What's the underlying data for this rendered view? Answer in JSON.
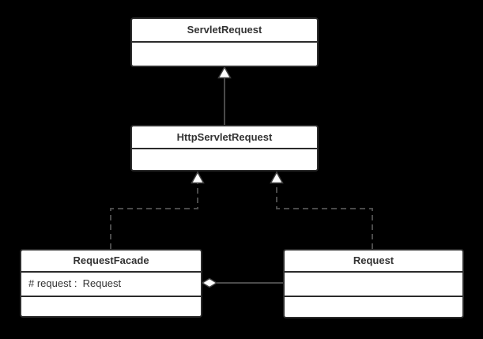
{
  "diagram": {
    "type": "uml-class-diagram",
    "colors": {
      "background": "#000000",
      "box_fill": "#ffffff",
      "box_border": "#2b2b2b",
      "connector": "#4a4a4a",
      "text": "#333333"
    },
    "classes": [
      {
        "name": "ServletRequest",
        "fields": [],
        "methods": []
      },
      {
        "name": "HttpServletRequest",
        "fields": [],
        "methods": []
      },
      {
        "name": "RequestFacade",
        "fields": [
          "# request :  Request"
        ],
        "methods": []
      },
      {
        "name": "Request",
        "fields": [],
        "methods": []
      }
    ],
    "relations": [
      {
        "type": "generalization",
        "from": "HttpServletRequest",
        "to": "ServletRequest",
        "line_style": "solid",
        "marker": "hollow-triangle"
      },
      {
        "type": "realization",
        "from": "RequestFacade",
        "to": "HttpServletRequest",
        "line_style": "dashed",
        "marker": "hollow-triangle"
      },
      {
        "type": "realization",
        "from": "Request",
        "to": "HttpServletRequest",
        "line_style": "dashed",
        "marker": "hollow-triangle"
      },
      {
        "type": "aggregation",
        "from": "RequestFacade",
        "to": "Request",
        "line_style": "solid",
        "marker": "hollow-diamond"
      }
    ]
  }
}
